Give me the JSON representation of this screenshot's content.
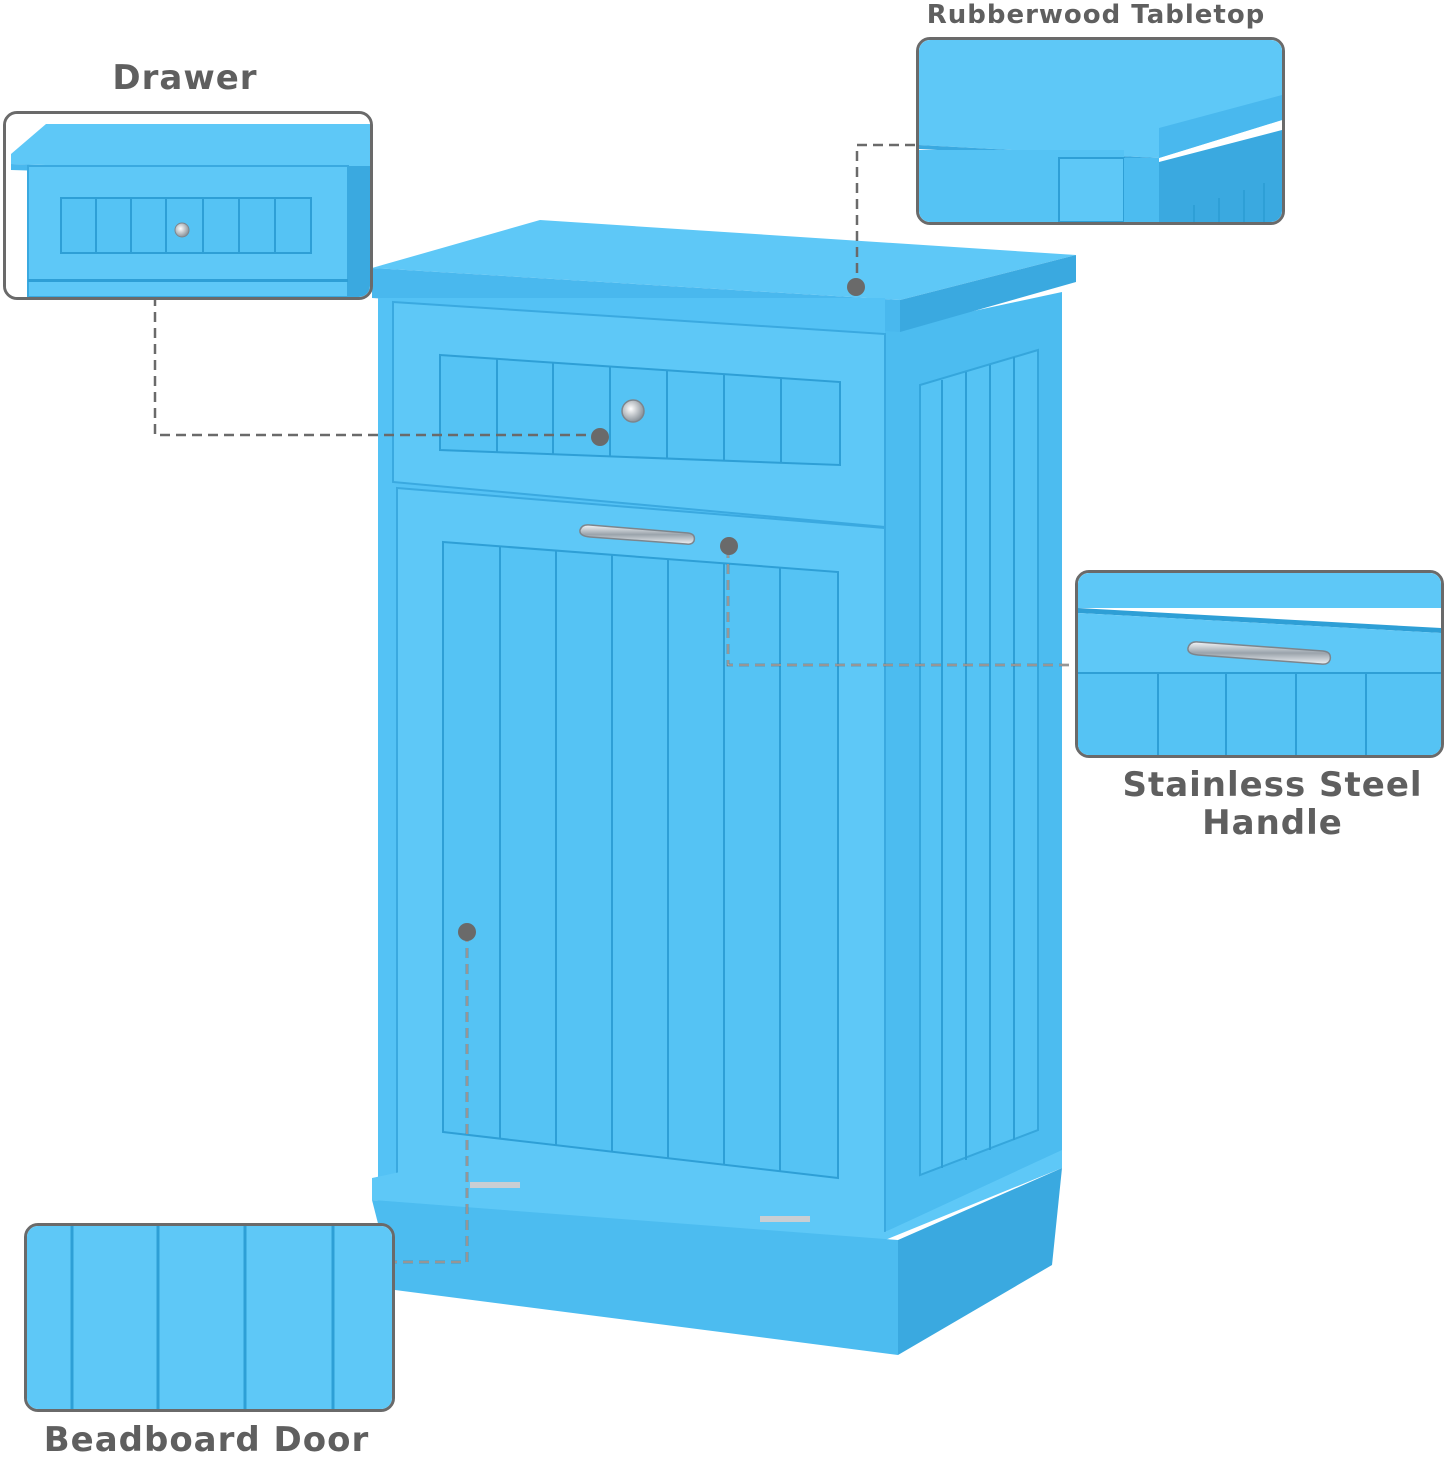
{
  "labels": {
    "drawer": "Drawer",
    "tabletop": "Rubberwood Tabletop",
    "handle_line1": "Stainless Steel",
    "handle_line2": "Handle",
    "door": "Beadboard Door"
  },
  "colors": {
    "cabinet_face": "#5ec8f7",
    "cabinet_dark": "#3fb0e6",
    "cabinet_shadow": "#2b9bd4",
    "line": "#6a6a6a",
    "text": "#5f5f5f",
    "metal": "#d9dde2"
  },
  "icons": {
    "marker": "dot-marker",
    "knob": "round-knob",
    "handle": "bar-handle"
  }
}
